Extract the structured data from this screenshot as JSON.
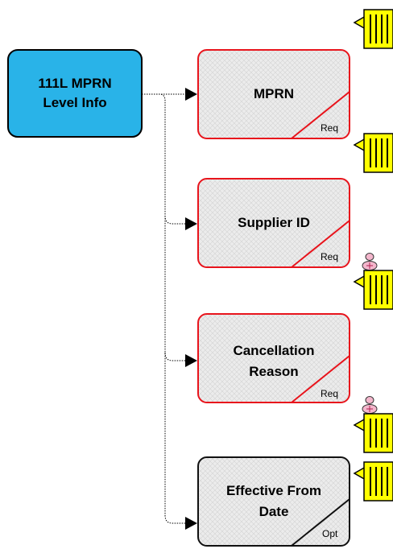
{
  "root": {
    "line1": "111L MPRN",
    "line2": "Level Info"
  },
  "nodes": [
    {
      "line1": "MPRN",
      "line2": "",
      "tag": "Req",
      "border": "#e8141c"
    },
    {
      "line1": "Supplier ID",
      "line2": "",
      "tag": "Req",
      "border": "#e8141c"
    },
    {
      "line1": "Cancellation",
      "line2": "Reason",
      "tag": "Req",
      "border": "#e8141c"
    },
    {
      "line1": "Effective From",
      "line2": "Date",
      "tag": "Opt",
      "border": "#111111"
    }
  ],
  "colors": {
    "root_fill": "#29b3e8",
    "node_fill": "#ebebeb",
    "note_fill": "#ffff00",
    "connector": "#000000"
  },
  "icons": [
    "note-icon",
    "person-icon"
  ]
}
